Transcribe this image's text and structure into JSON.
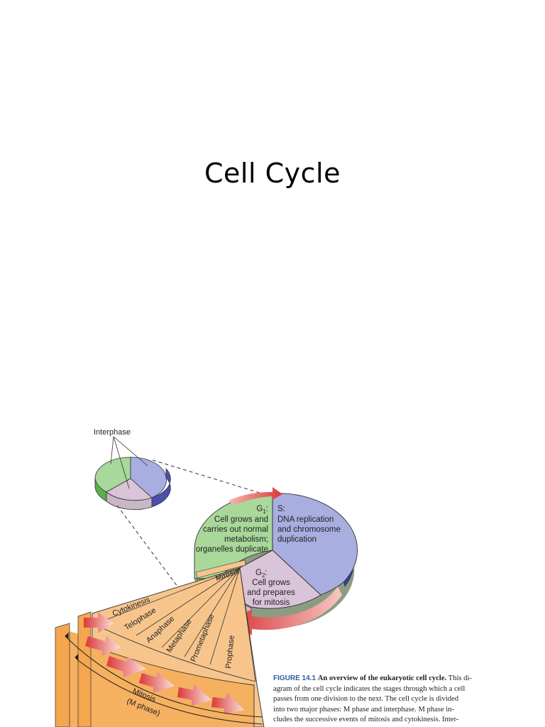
{
  "slide": {
    "title": "Cell Cycle"
  },
  "figure": {
    "interphase_label": "Interphase",
    "g1": {
      "heading": "G",
      "subscript": "1",
      "suffix": ":",
      "lines": [
        "Cell grows and",
        "carries out normal",
        "metabolism;",
        "organelles duplicate"
      ]
    },
    "s": {
      "heading": "S:",
      "lines": [
        "DNA replication",
        "and chromosome",
        "duplication"
      ]
    },
    "g2": {
      "heading": "G",
      "subscript": "2",
      "suffix": ":",
      "lines": [
        "Cell grows",
        "and prepares",
        "for mitosis"
      ]
    },
    "mitosis_label": "Mitosis",
    "phases": [
      "Cytokinesis",
      "Telophase",
      "Anaphase",
      "Metaphase",
      "Prometaphase",
      "Prophase"
    ],
    "bracket_label_line1": "Mitosis",
    "bracket_label_line2": "(M phase)",
    "colors": {
      "g1": "#a8d89a",
      "s": "#a8aee0",
      "g2": "#d9c4d8",
      "mitosis": "#f7c58c",
      "arrow": "#d9383a"
    },
    "caption": {
      "figure_number": "FIGURE 14.1",
      "heading": "An overview of the eukaryotic cell cycle.",
      "lines": [
        "This di-",
        "agram of the cell cycle indicates the stages through which a cell",
        "passes from one division to the next. The cell cycle is divided",
        "into two major phases: M phase and interphase. M phase in-",
        "cludes the successive events of mitosis and cytokinesis. Inter-"
      ]
    }
  }
}
